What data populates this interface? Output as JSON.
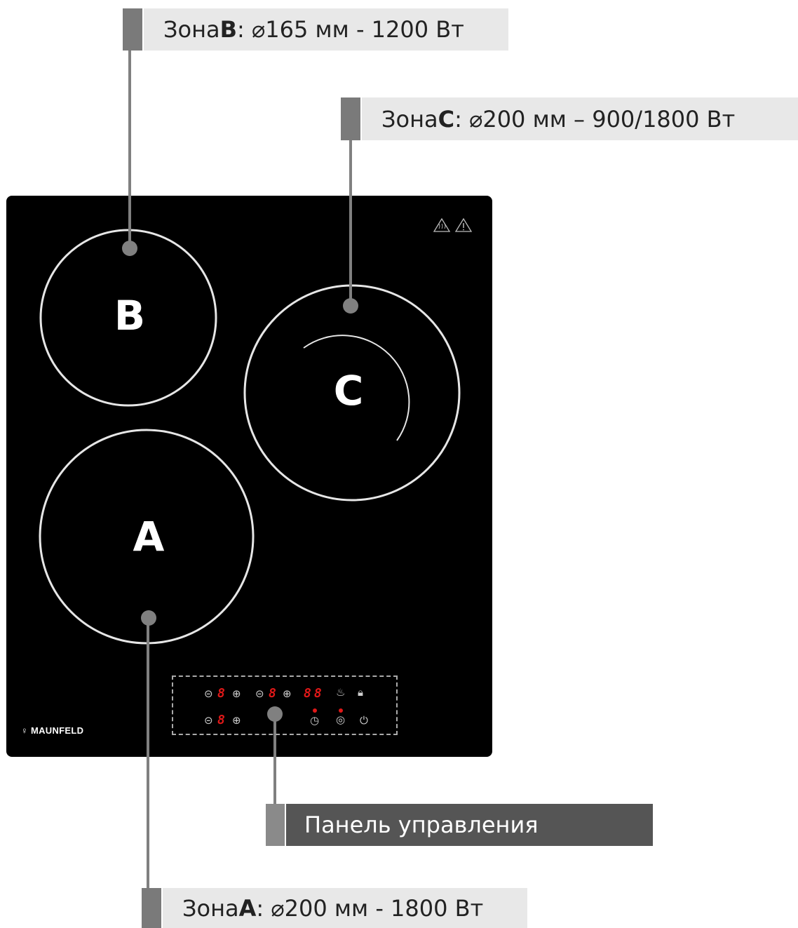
{
  "labels": {
    "zone_b": {
      "prefix": "Зона ",
      "letter": "B",
      "suffix": " : ⌀165 мм - 1200 Вт"
    },
    "zone_c": {
      "prefix": "Зона ",
      "letter": "C",
      "suffix": " : ⌀200 мм – 900/1800 Вт"
    },
    "zone_a": {
      "prefix": "Зона ",
      "letter": "A",
      "suffix": " : ⌀200 мм - 1800 Вт"
    },
    "panel": "Панель управления"
  },
  "zones": {
    "a": "A",
    "b": "B",
    "c": "C"
  },
  "brand": "MAUNFELD",
  "warning_icons": [
    "hot-surface-warning-icon",
    "caution-triangle-icon"
  ],
  "control_panel": {
    "display_a": "8",
    "display_b": "8",
    "display_c": "8",
    "timer_display": "88",
    "icons": [
      "minus-icon",
      "plus-icon",
      "boil-icon",
      "lock-icon",
      "timer-icon",
      "zone-dual-icon",
      "power-icon"
    ]
  },
  "colors": {
    "cooktop": "#000000",
    "label_bg": "#e8e8e8",
    "label_tab": "#7a7a7a",
    "panel_label_bg": "#555555",
    "display_red": "#e01818"
  }
}
